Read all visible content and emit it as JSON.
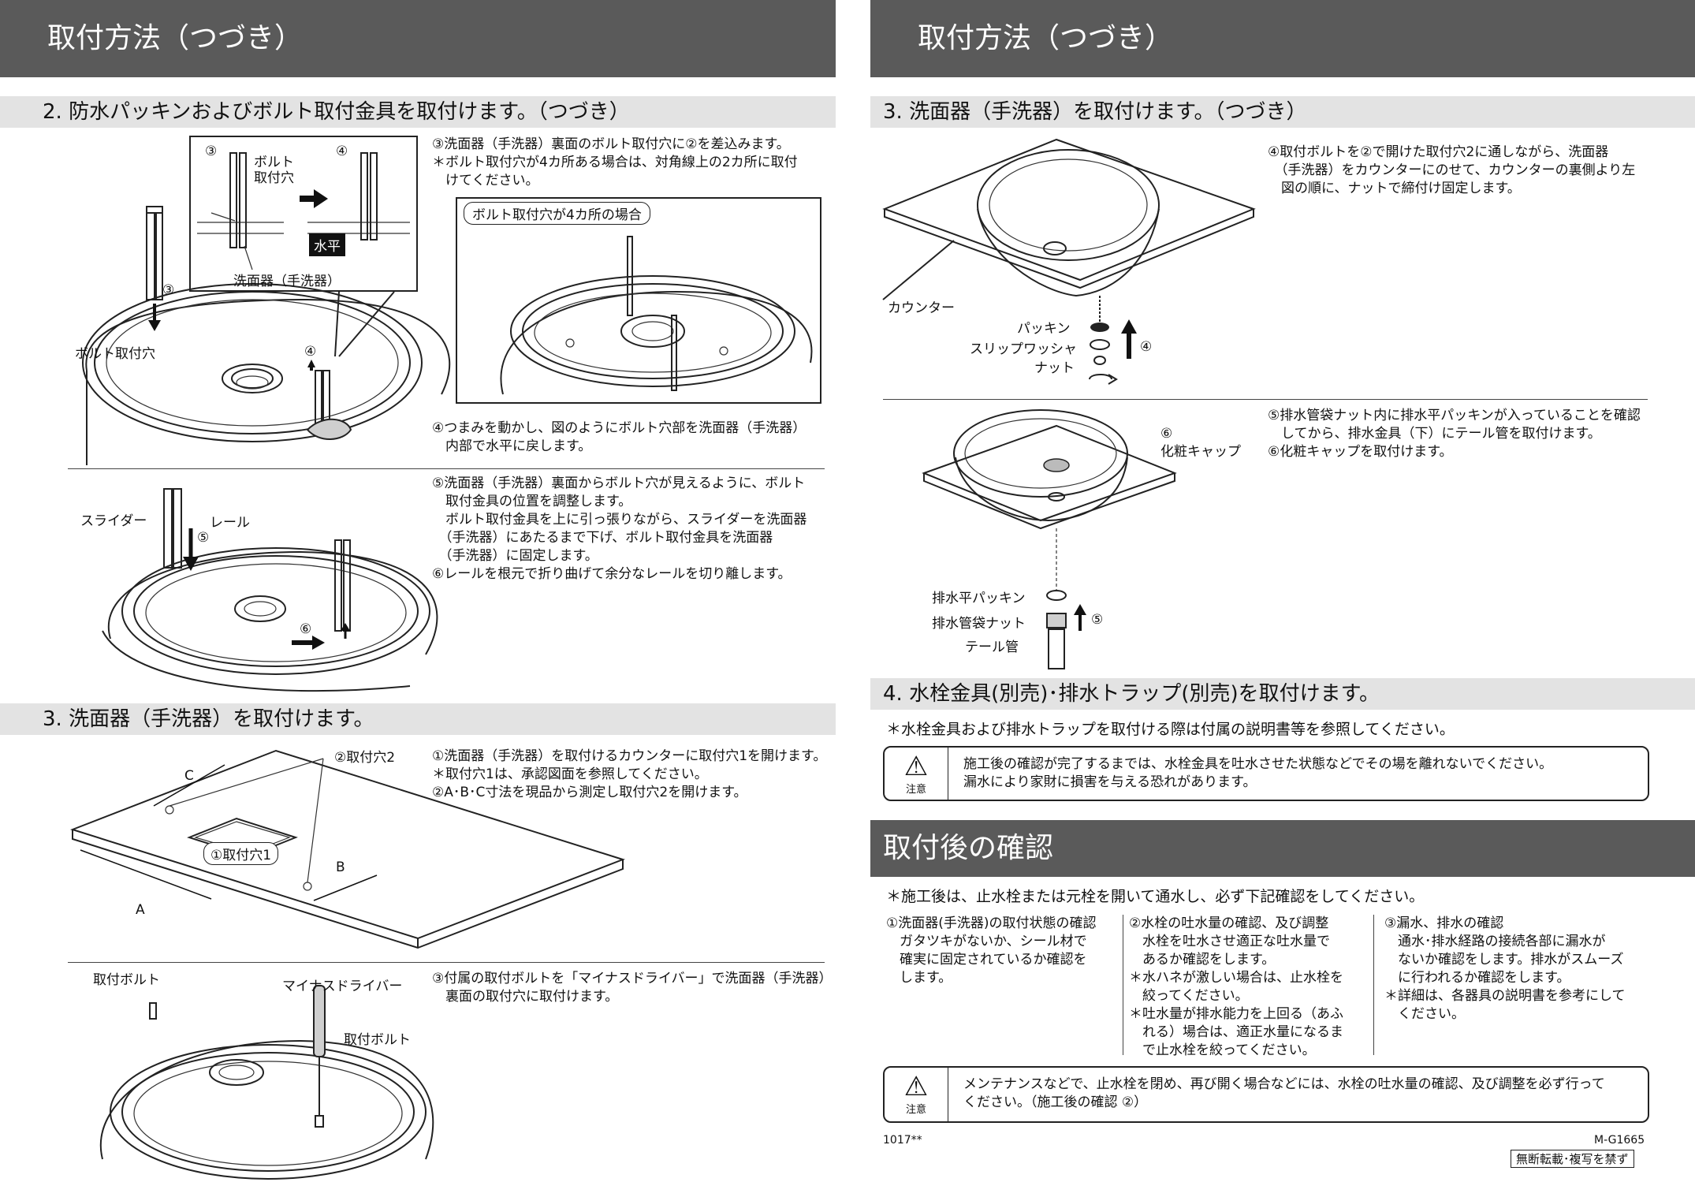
{
  "left": {
    "banner_title": "取付方法（つづき）",
    "sec2_title": "2. 防水パッキンおよびボルト取付金具を取付けます。（つづき）",
    "sec2_step3_text": "③洗面器（手洗器）裏面のボルト取付穴に②を差込みます。\n＊ボルト取付穴が4カ所ある場合は、対角線上の2カ所に取付\n　けてください。",
    "sec2_inset_title": "ボルト取付穴が4カ所の場合",
    "sec2_step4_text": "④つまみを動かし、図のようにボルト穴部を洗面器（手洗器）\n　内部で水平に戻します。",
    "sec2_labels": {
      "num3a": "③",
      "num4a": "④",
      "bolt_hole_callout": "ボルト\n取付穴",
      "horizontal": "水平",
      "basin_callout": "洗面器（手洗器）",
      "num3b": "③",
      "bolt_hole": "ボルト取付穴",
      "num4b": "④"
    },
    "sec2_step56_text": "⑤洗面器（手洗器）裏面からボルト穴が見えるように、ボルト\n　取付金具の位置を調整します。\n　ボルト取付金具を上に引っ張りながら、スライダーを洗面器\n　（手洗器）にあたるまで下げ、ボルト取付金具を洗面器\n　（手洗器）に固定します。\n⑥レールを根元で折り曲げて余分なレールを切り離します。",
    "sec2b_labels": {
      "slider": "スライダー",
      "rail": "レール",
      "num5": "⑤",
      "num6": "⑥"
    },
    "sec3_title": "3. 洗面器（手洗器）を取付けます。",
    "sec3_step12_text": "①洗面器（手洗器）を取付けるカウンターに取付穴1を開けます。\n＊取付穴1は、承認図面を参照してください。\n②A･B･C寸法を現品から測定し取付穴2を開けます。",
    "sec3_labels": {
      "hole2": "②取付穴2",
      "c": "C",
      "hole1": "①取付穴1",
      "b": "B",
      "a": "A"
    },
    "sec3_step3_text": "③付属の取付ボルトを「マイナスドライバー」で洗面器（手洗器）\n　裏面の取付穴に取付けます。",
    "sec3b_labels": {
      "bolt_a": "取付ボルト",
      "screwdriver": "マイナスドライバー",
      "bolt_b": "取付ボルト"
    }
  },
  "right": {
    "banner_title": "取付方法（つづき）",
    "sec3_title": "3. 洗面器（手洗器）を取付けます。（つづき）",
    "step4_text": "④取付ボルトを②で開けた取付穴2に通しながら、洗面器\n　（手洗器）をカウンターにのせて、カウンターの裏側より左\n　図の順に、ナットで締付け固定します。",
    "fig1_labels": {
      "counter": "カウンター",
      "packing": "パッキン",
      "slip_washer": "スリップワッシャ",
      "nut": "ナット",
      "num4": "④"
    },
    "step56_text": "⑤排水管袋ナット内に排水平パッキンが入っていることを確認\n　してから、排水金具（下）にテール管を取付けます。\n⑥化粧キャップを取付けます。",
    "fig2_labels": {
      "num6": "⑥",
      "cap": "化粧キャップ",
      "drain_packing": "排水平パッキン",
      "drain_nut": "排水管袋ナット",
      "tail_pipe": "テール管",
      "num5": "⑤"
    },
    "sec4_title": "4. 水栓金具(別売)･排水トラップ(別売)を取付けます。",
    "sec4_note": "＊水栓金具および排水トラップを取付ける際は付属の説明書等を参照してください。",
    "caution1_label": "注意",
    "caution1_text": "施工後の確認が完了するまでは、水栓金具を吐水させた状態などでその場を離れないでください。\n漏水により家財に損害を与える恐れがあります。",
    "check_banner_title": "取付後の確認",
    "check_note": "＊施工後は、止水栓または元栓を開いて通水し、必ず下記確認をしてください。",
    "check_col1": "①洗面器(手洗器)の取付状態の確認\n　ガタツキがないか、シール材で\n　確実に固定されているか確認を\n　します。",
    "check_col2": "②水栓の吐水量の確認、及び調整\n　水栓を吐水させ適正な吐水量で\n　あるか確認をします。\n＊水ハネが激しい場合は、止水栓を\n　絞ってください。\n＊吐水量が排水能力を上回る（あふ\n　れる）場合は、適正水量になるま\n　で止水栓を絞ってください。",
    "check_col3": "③漏水、排水の確認\n　通水･排水経路の接続各部に漏水が\n　ないか確認をします。排水がスムーズ\n　に行われるか確認をします。\n＊詳細は、各器具の説明書を参考にして\n　ください。",
    "caution2_label": "注意",
    "caution2_text": "メンテナンスなどで、止水栓を閉め、再び開く場合などには、水栓の吐水量の確認、及び調整を必ず行って\nください。（施工後の確認 ②）",
    "footer_left": "1017**",
    "footer_code": "M-G1665",
    "footer_notice": "無断転載･複写を禁ず"
  }
}
